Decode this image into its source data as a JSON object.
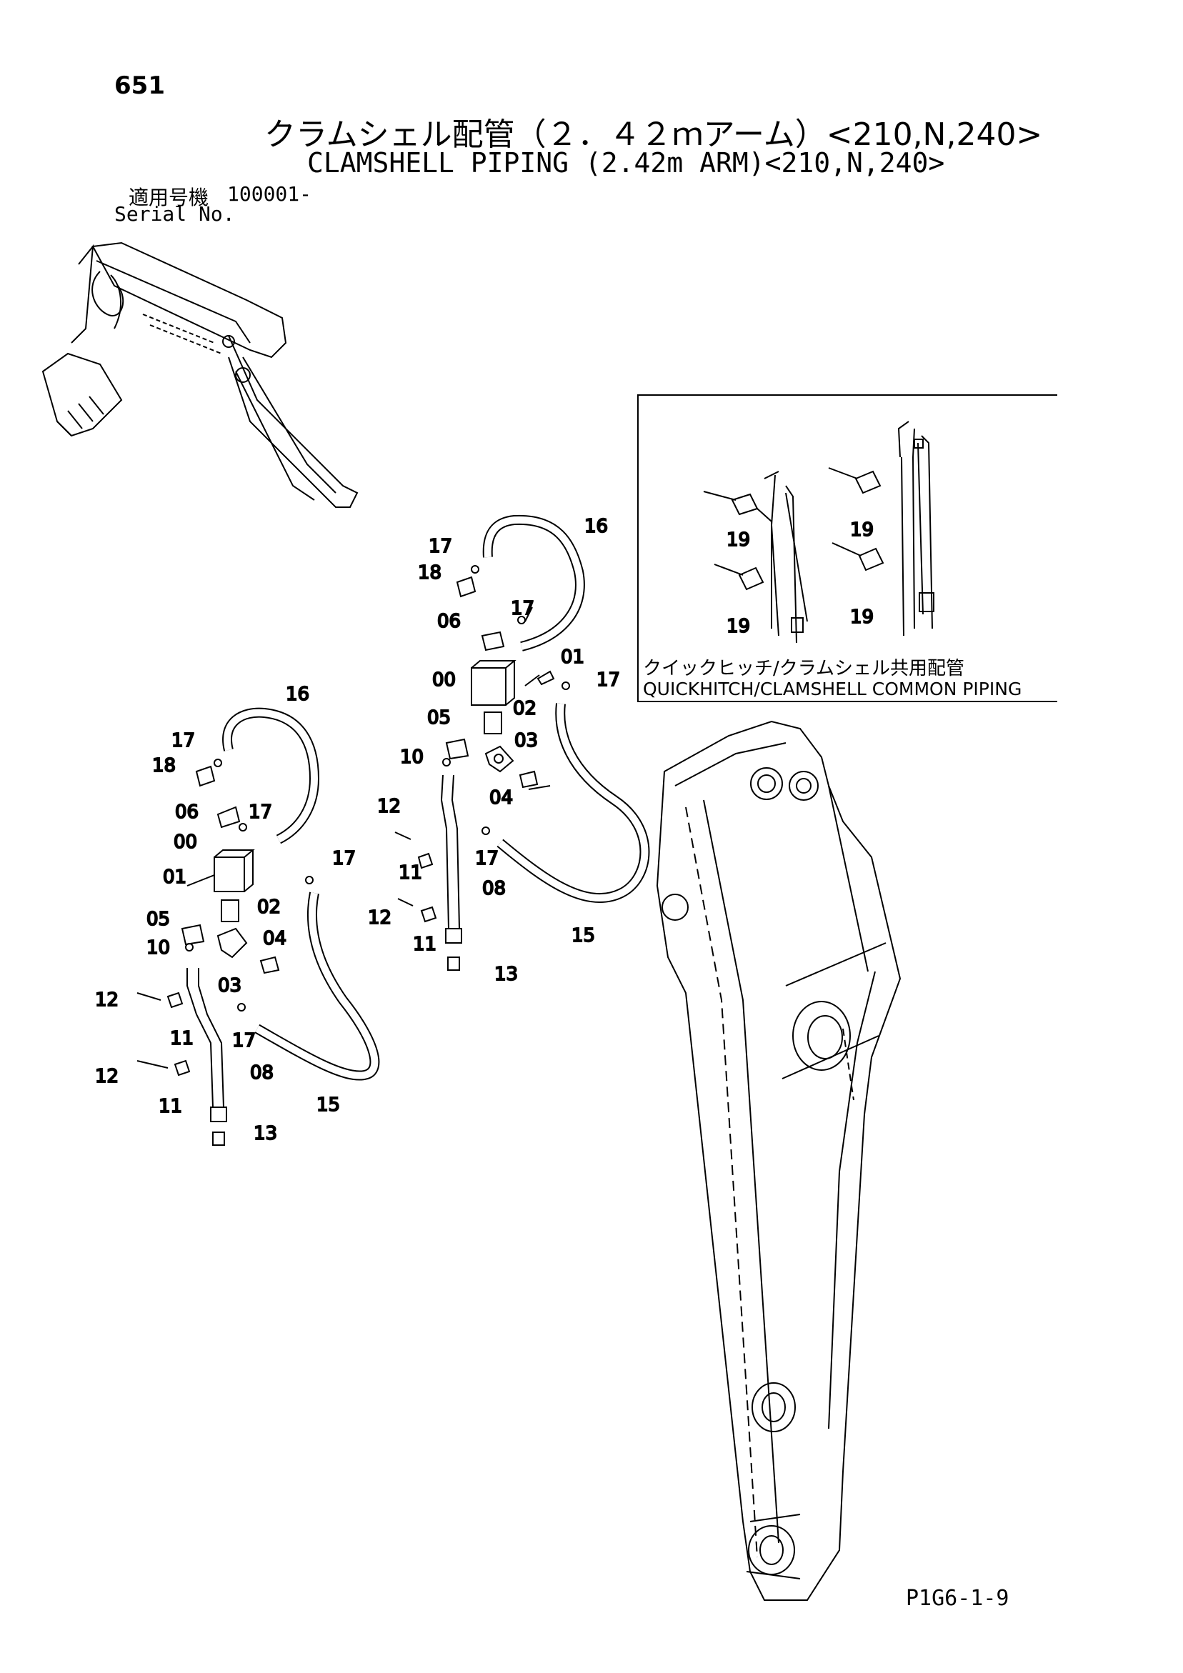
{
  "header": {
    "page_number": "651",
    "title_jp": "クラムシェル配管（２．４２ｍアーム）<210,N,240>",
    "title_en": "CLAMSHELL PIPING (2.42m ARM)<210,N,240>",
    "serial_label_jp": "適用号機",
    "serial_value": "100001-",
    "serial_label_en": "Serial No."
  },
  "inset": {
    "caption_jp": "クイックヒッチ/クラムシェル共用配管",
    "caption_en": "QUICKHITCH/CLAMSHELL COMMON PIPING",
    "labels": [
      "19",
      "19",
      "19",
      "19"
    ]
  },
  "callouts": {
    "upper": [
      "16",
      "17",
      "18",
      "17",
      "06",
      "00",
      "01",
      "17",
      "02",
      "05",
      "03",
      "10",
      "04",
      "12",
      "17",
      "11",
      "08",
      "12",
      "11",
      "13",
      "15"
    ],
    "lower": [
      "16",
      "17",
      "18",
      "06",
      "17",
      "00",
      "01",
      "02",
      "05",
      "04",
      "10",
      "03",
      "12",
      "17",
      "11",
      "08",
      "12",
      "11",
      "13",
      "17",
      "15"
    ]
  },
  "footer": {
    "code": "P1G6-1-9"
  }
}
